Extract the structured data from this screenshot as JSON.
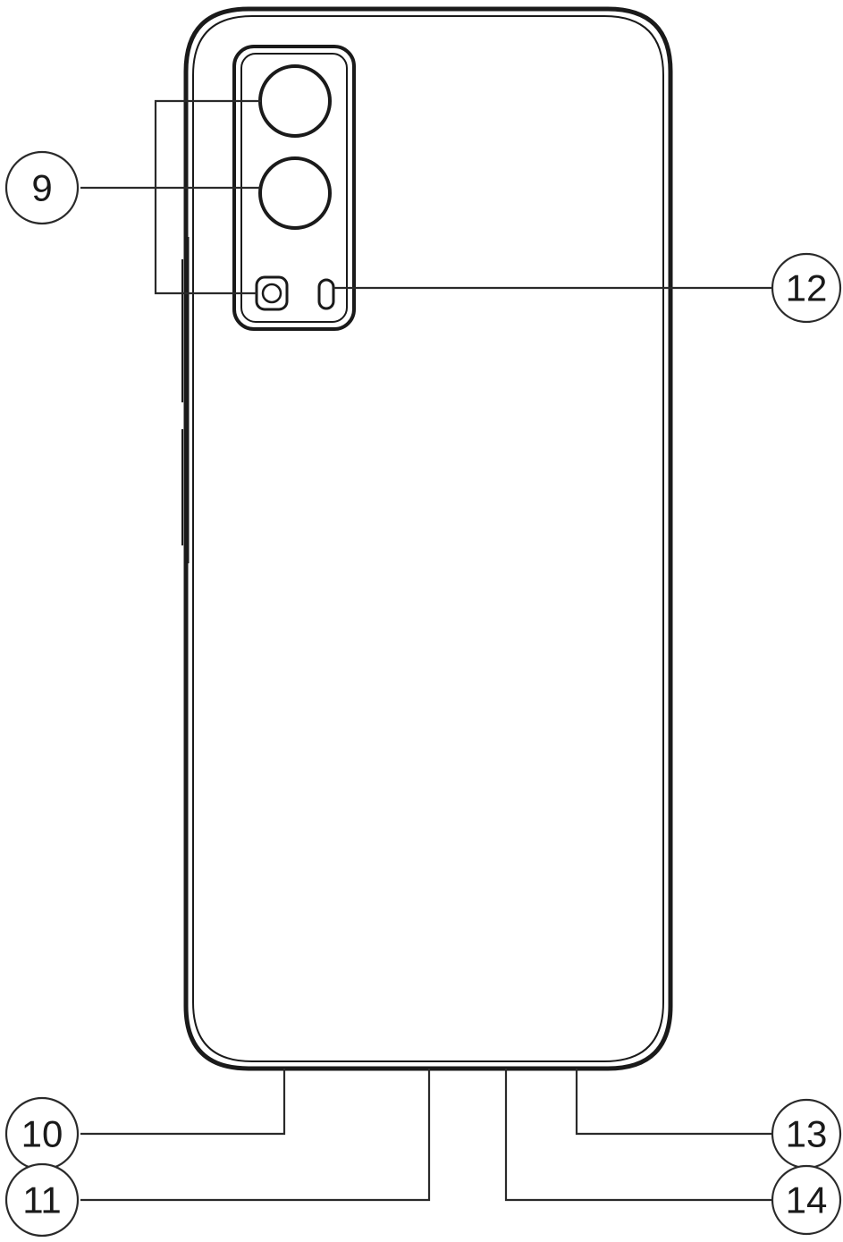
{
  "diagram": {
    "subject": "phone-back-view",
    "callouts": [
      {
        "id": "camera-lenses",
        "label": "9"
      },
      {
        "id": "bottom-component-10",
        "label": "10"
      },
      {
        "id": "bottom-component-11",
        "label": "11"
      },
      {
        "id": "flash",
        "label": "12"
      },
      {
        "id": "bottom-component-13",
        "label": "13"
      },
      {
        "id": "bottom-component-14",
        "label": "14"
      }
    ],
    "colors": {
      "line": "#1a1a1a",
      "background": "#ffffff"
    }
  }
}
